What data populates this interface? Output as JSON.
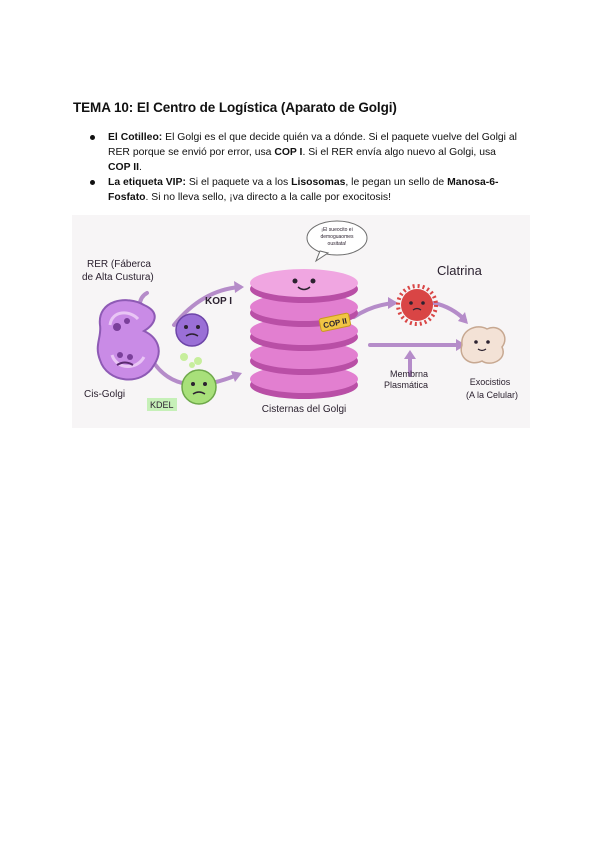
{
  "document": {
    "title": "TEMA 10: El Centro de Logística (Aparato de Golgi)",
    "bullets": [
      {
        "lead": "El Cotilleo:",
        "t1": " El Golgi es el que decide quién va a dónde. Si el paquete vuelve del Golgi al RER porque se envió por error, usa ",
        "b1": "COP I",
        "t2": ". Si el RER envía algo nuevo al Golgi, usa ",
        "b2": "COP II",
        "t3": "."
      },
      {
        "lead": "La etiqueta VIP:",
        "t1": " Si el paquete va a los ",
        "b1": "Lisosomas",
        "t2": ", le pegan un sello de ",
        "b2": "Manosa-6-Fosfato",
        "t3": ". Si no lleva sello, ¡va directo a la calle por exocitosis!"
      }
    ]
  },
  "illustration": {
    "rer_label_1": "RER (Fáberca",
    "rer_label_2": "de Alta Custura)",
    "cis_golgi": "Cis-Golgi",
    "kop_i": "KOP I",
    "kdel": "KDEL",
    "bubble_1": "¡El sueocito ei",
    "bubble_2": "demoguaomes",
    "bubble_3": "ousitata!",
    "cop_ii_tag": "COP II",
    "cisternas": "Cisternas del Golgi",
    "clatrina": "Clatrina",
    "membrana_1": "Membrna",
    "membrana_2": "Plasmática",
    "exocitosis_1": "Exocistios",
    "exocitosis_2": "(A la Celular)",
    "colors": {
      "cisterna": "#e27fd0",
      "cisterna_dark": "#b94fa6",
      "rer": "#c98be6",
      "vesicle_purple": "#9a6fd6",
      "vesicle_green": "#a8e07a",
      "clatrina": "#d94545",
      "exo": "#f3e2d6",
      "arrow": "#b58cc9"
    }
  }
}
